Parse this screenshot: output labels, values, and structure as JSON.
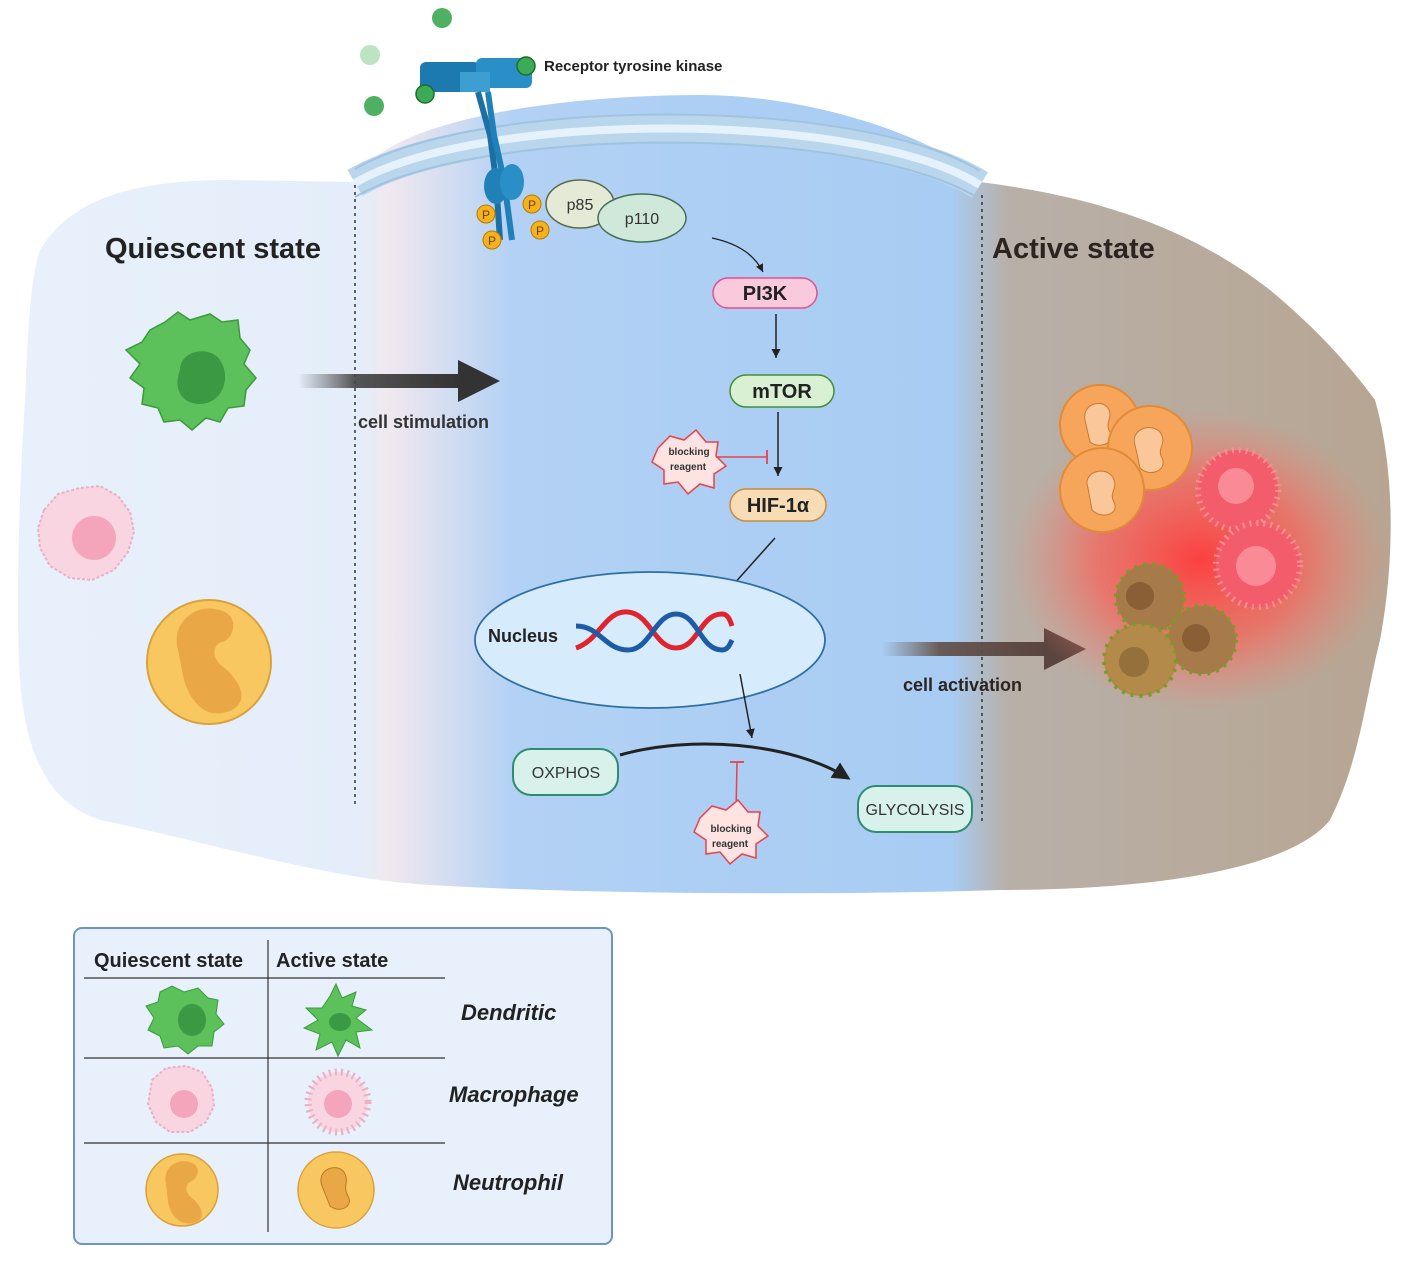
{
  "regions": {
    "quiescent_title": "Quiescent state",
    "active_title": "Active state"
  },
  "receptor": {
    "label": "Receptor tyrosine kinase",
    "phospho": "P"
  },
  "pi3k_subunits": {
    "p85": "p85",
    "p110": "p110"
  },
  "pathway": {
    "pi3k": "PI3K",
    "mtor": "mTOR",
    "hif": "HIF-1α",
    "nucleus": "Nucleus",
    "oxphos": "OXPHOS",
    "glycolysis": "GLYCOLYSIS"
  },
  "blocking": {
    "line1": "blocking",
    "line2": "reagent"
  },
  "arrows": {
    "stimulation": "cell stimulation",
    "activation": "cell activation"
  },
  "legend": {
    "col_quiescent": "Quiescent state",
    "col_active": "Active state",
    "rows": [
      "Dendritic",
      "Macrophage",
      "Neutrophil"
    ]
  },
  "colors": {
    "pi3k_fill": "#f9c9dc",
    "pi3k_stroke": "#e24f8c",
    "mtor_fill": "#d9f0d3",
    "mtor_stroke": "#3f8f3a",
    "hif_fill": "#f7dcb5",
    "hif_stroke": "#c98a3c",
    "metab_fill": "#d8f1ea",
    "metab_stroke": "#2f8c74",
    "dendritic": "#5cc15a",
    "macrophage": "#f6b8cc",
    "neutrophil": "#f7c25a",
    "inhibit": "#e8414b"
  }
}
